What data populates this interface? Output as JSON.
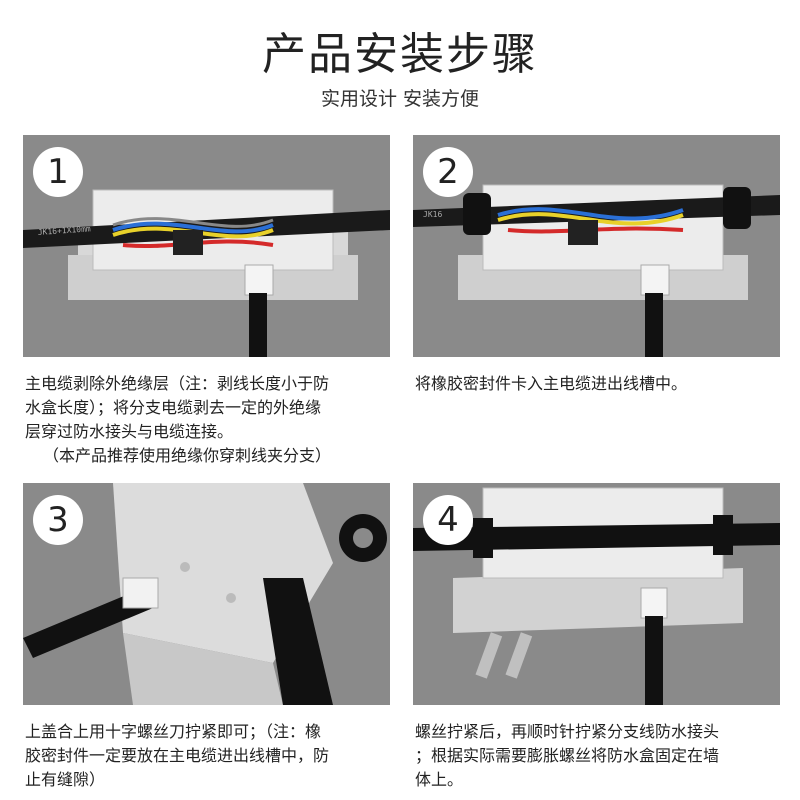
{
  "header": {
    "title": "产品安装步骤",
    "subtitle": "实用设计 安装方便"
  },
  "colors": {
    "panel_bg": "#8a8a8a",
    "box": "#e2e2e2",
    "cable": "#1a1a1a"
  },
  "steps": [
    {
      "number": "1",
      "image_alt": "junction box with stripped main cable and branch wires",
      "caption_lines": [
        "主电缆剥除外绝缘层（注：剥线长度小于防",
        "水盒长度）；将分支电缆剥去一定的外绝缘",
        "层穿过防水接头与电缆连接。"
      ],
      "note": "（本产品推荐使用绝缘你穿刺线夹分支）",
      "cable_print": "JK16+1X10mm"
    },
    {
      "number": "2",
      "image_alt": "rubber seals fitted onto main cable in box grooves",
      "caption_lines": [
        "将橡胶密封件卡入主电缆进出线槽中。"
      ],
      "cable_print": "JK16"
    },
    {
      "number": "3",
      "image_alt": "closed box lid with rubber seal",
      "caption_lines": [
        "上盖合上用十字螺丝刀拧紧即可；（注：橡",
        "胶密封件一定要放在主电缆进出线槽中，防",
        "止有缝隙）"
      ]
    },
    {
      "number": "4",
      "image_alt": "closed box with expansion screws",
      "caption_lines": [
        "螺丝拧紧后，再顺时针拧紧分支线防水接头",
        "；根据实际需要膨胀螺丝将防水盒固定在墙",
        "体上。"
      ]
    }
  ]
}
